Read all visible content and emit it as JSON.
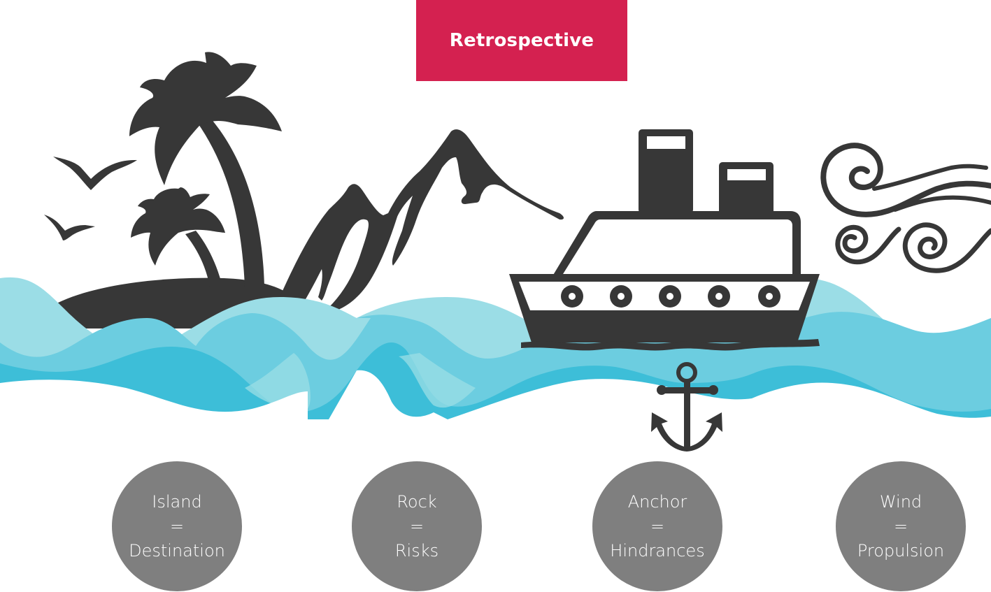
{
  "title": "Retrospective",
  "colors": {
    "title_bg": "#d42150",
    "title_text": "#ffffff",
    "icon_dark": "#373737",
    "wave_light": "#9bdde6",
    "wave_mid": "#6ccde0",
    "wave_deep": "#3dbed8",
    "circle_bg": "#7f7f7f",
    "circle_text": "#ffffff"
  },
  "illustration": {
    "elements": [
      "palm-trees-island",
      "birds",
      "mountain-rocks",
      "steamship",
      "anchor",
      "wind-swirls",
      "ocean-waves"
    ]
  },
  "legend": [
    {
      "term": "Island",
      "equals": "=",
      "meaning": "Destination",
      "icon": "island-icon"
    },
    {
      "term": "Rock",
      "equals": "=",
      "meaning": "Risks",
      "icon": "rock-icon"
    },
    {
      "term": "Anchor",
      "equals": "=",
      "meaning": "Hindrances",
      "icon": "anchor-icon"
    },
    {
      "term": "Wind",
      "equals": "=",
      "meaning": "Propulsion",
      "icon": "wind-icon"
    }
  ]
}
